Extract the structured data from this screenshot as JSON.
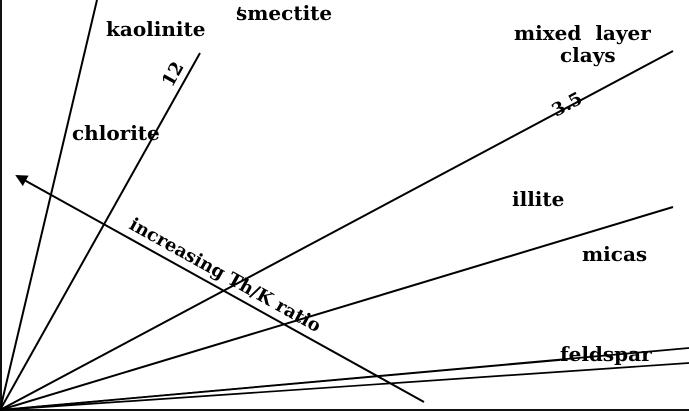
{
  "labels": {
    "kaolinite": "kaolinite",
    "smectite": "smectite",
    "chlorite": "chlorite",
    "mixed_layer_line1": "mixed  layer",
    "mixed_layer_line2": "clays",
    "illite": "illite",
    "micas": "micas",
    "feldspar": "feldspar"
  },
  "ratio_values": {
    "upper": "12",
    "lower": "3.5"
  },
  "arrow": {
    "label": "increasing Th/K ratio"
  }
}
